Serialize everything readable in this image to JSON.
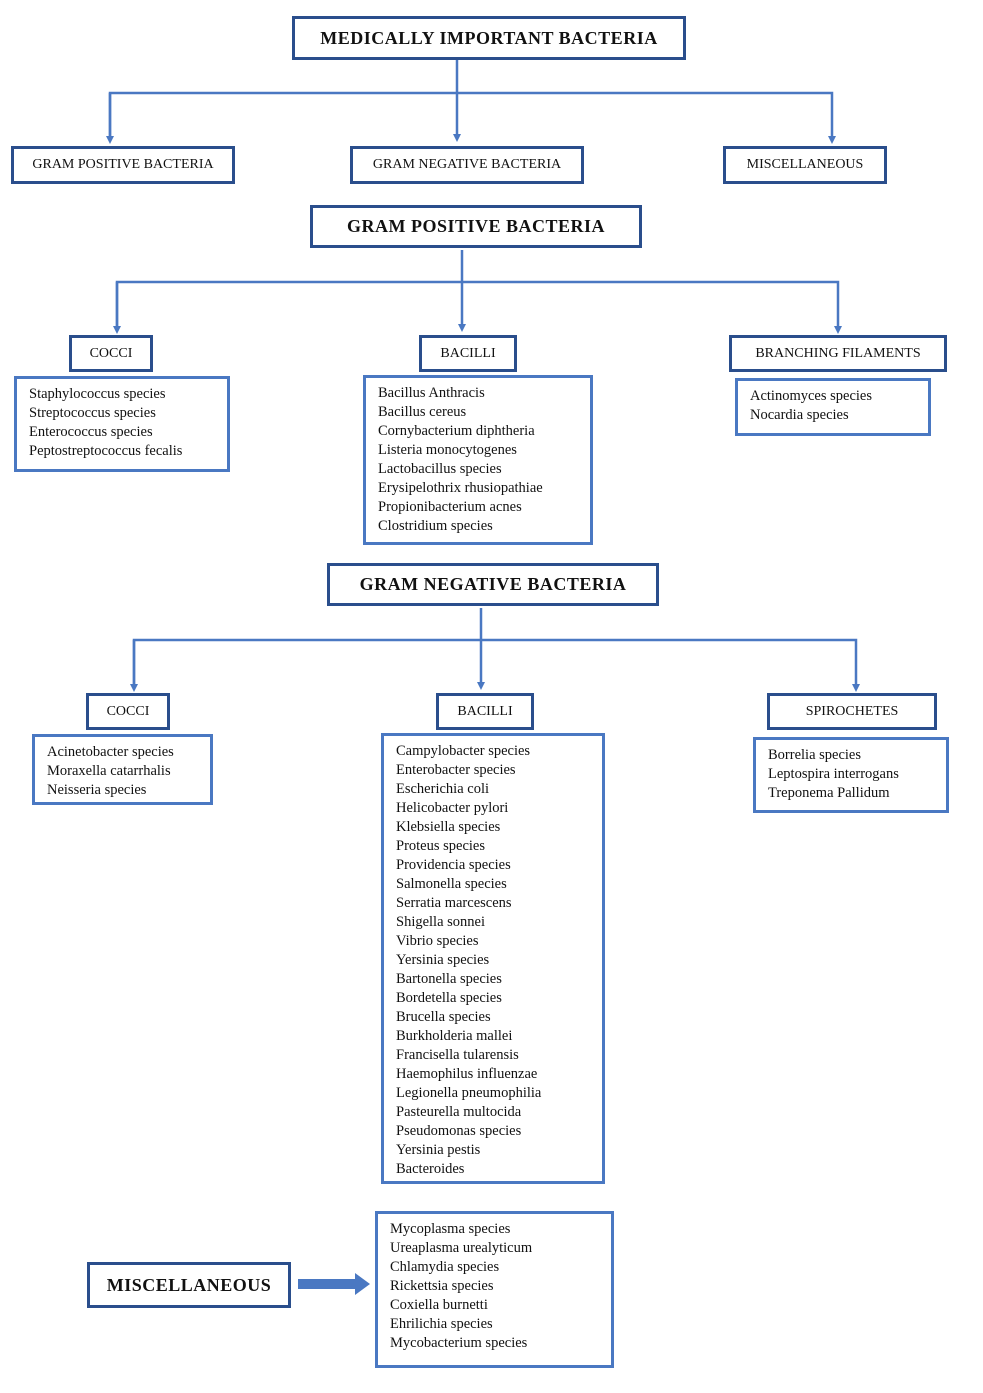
{
  "colors": {
    "line": "#4a78c2",
    "border": "#2a4e8c"
  },
  "main_title": "MEDICALLY IMPORTANT BACTERIA",
  "top_branches": [
    "GRAM POSITIVE BACTERIA",
    "GRAM NEGATIVE BACTERIA",
    "MISCELLANEOUS"
  ],
  "gram_positive": {
    "title": "GRAM POSITIVE BACTERIA",
    "cocci": {
      "label": "COCCI",
      "items": [
        "Staphylococcus species",
        "Streptococcus species",
        "Enterococcus species",
        "Peptostreptococcus fecalis"
      ]
    },
    "bacilli": {
      "label": "BACILLI",
      "items": [
        "Bacillus Anthracis",
        "Bacillus cereus",
        "Cornybacterium diphtheria",
        "Listeria monocytogenes",
        "Lactobacillus species",
        "Erysipelothrix rhusiopathiae",
        "Propionibacterium acnes",
        "Clostridium species"
      ]
    },
    "branching": {
      "label": "BRANCHING FILAMENTS",
      "items": [
        "Actinomyces species",
        "Nocardia species"
      ]
    }
  },
  "gram_negative": {
    "title": "GRAM NEGATIVE BACTERIA",
    "cocci": {
      "label": "COCCI",
      "items": [
        "Acinetobacter species",
        "Moraxella catarrhalis",
        "Neisseria species"
      ]
    },
    "bacilli": {
      "label": "BACILLI",
      "items": [
        "Campylobacter species",
        "Enterobacter species",
        "Escherichia coli",
        "Helicobacter pylori",
        "Klebsiella species",
        "Proteus species",
        "Providencia species",
        "Salmonella species",
        "Serratia marcescens",
        "Shigella sonnei",
        "Vibrio species",
        "Yersinia species",
        "Bartonella species",
        "Bordetella species",
        "Brucella species",
        "Burkholderia mallei",
        "Francisella tularensis",
        "Haemophilus influenzae",
        "Legionella pneumophilia",
        "Pasteurella multocida",
        "Pseudomonas species",
        "Yersinia pestis",
        "Bacteroides"
      ]
    },
    "spirochetes": {
      "label": "SPIROCHETES",
      "items": [
        "Borrelia species",
        "Leptospira interrogans",
        "Treponema Pallidum"
      ]
    }
  },
  "miscellaneous": {
    "title": "MISCELLANEOUS",
    "items": [
      "Mycoplasma species",
      "Ureaplasma urealyticum",
      "Chlamydia species",
      "Rickettsia species",
      "Coxiella burnetti",
      "Ehrilichia species",
      "Mycobacterium species"
    ]
  }
}
